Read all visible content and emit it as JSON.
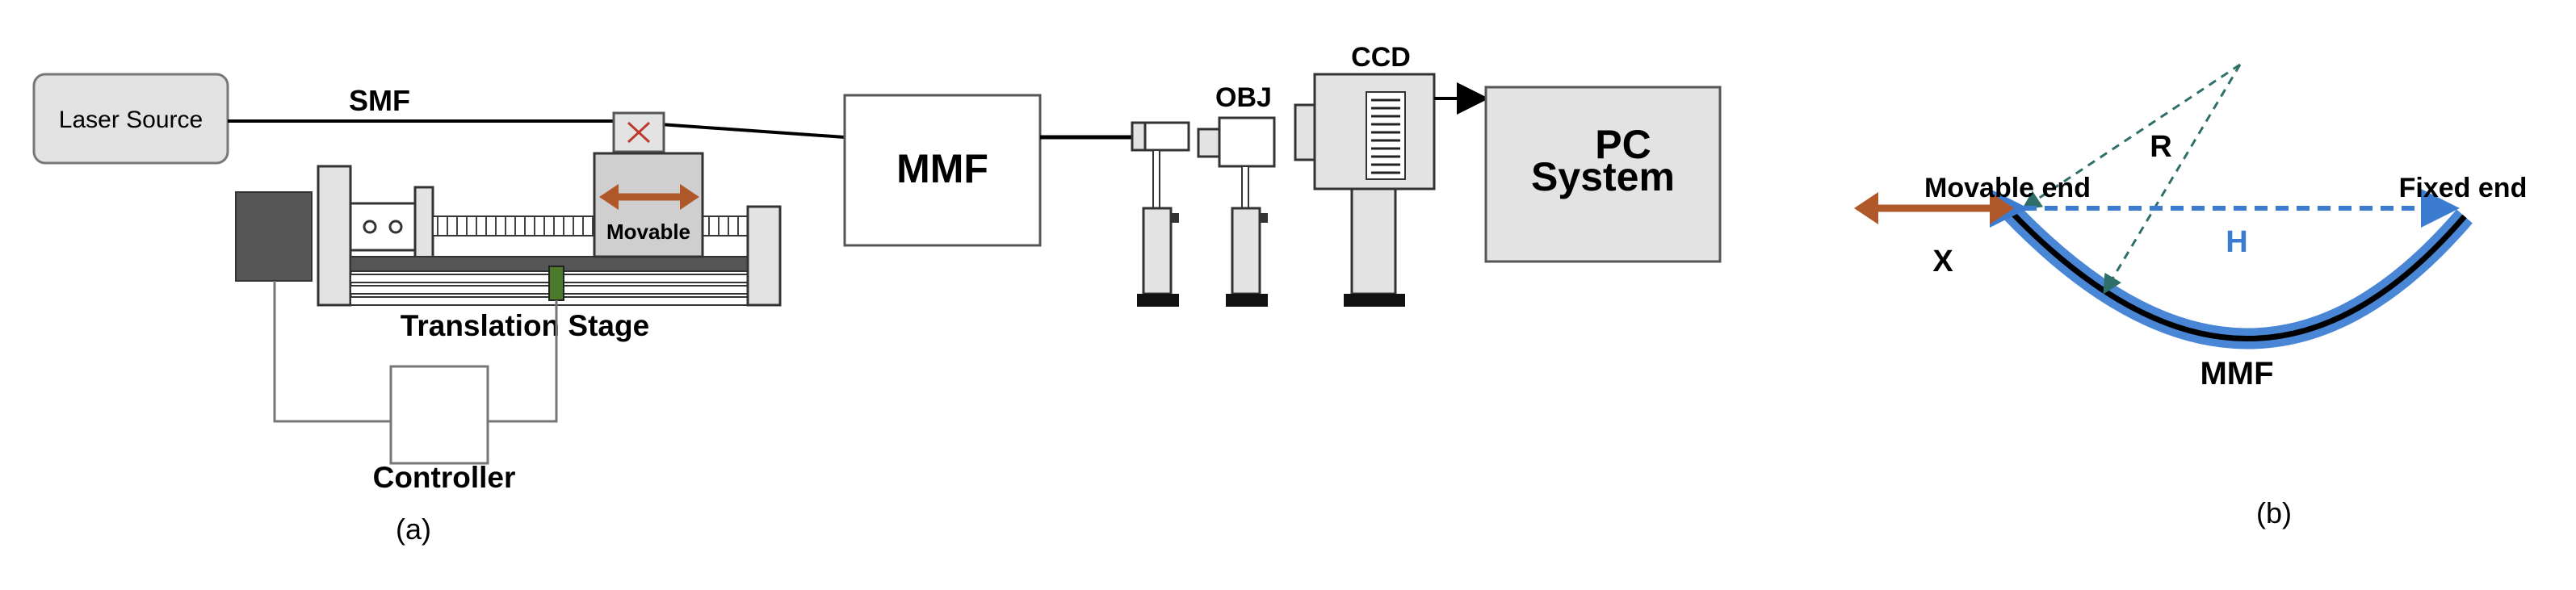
{
  "panel_a": {
    "caption": "(a)",
    "labels": {
      "laser_source": "Laser Source",
      "smf": "SMF",
      "movable": "Movable",
      "translation_stage": "Translation Stage",
      "controller": "Controller",
      "mmf": "MMF",
      "obj": "OBJ",
      "ccd": "CCD",
      "pc_line1": "PC",
      "pc_line2": "System"
    }
  },
  "panel_b": {
    "caption": "(b)",
    "labels": {
      "movable_end": "Movable end",
      "fixed_end": "Fixed end",
      "r": "R",
      "h": "H",
      "x": "X",
      "mmf": "MMF"
    }
  },
  "colors": {
    "line": "#000000",
    "box_gray": "#e3e3e3",
    "stage_dark": "#555555",
    "arrow_brown": "#b0582a",
    "fiber_blue": "#4a86d6",
    "dashed_blue": "#3b7bd0",
    "dashed_teal": "#2f6f6a"
  }
}
